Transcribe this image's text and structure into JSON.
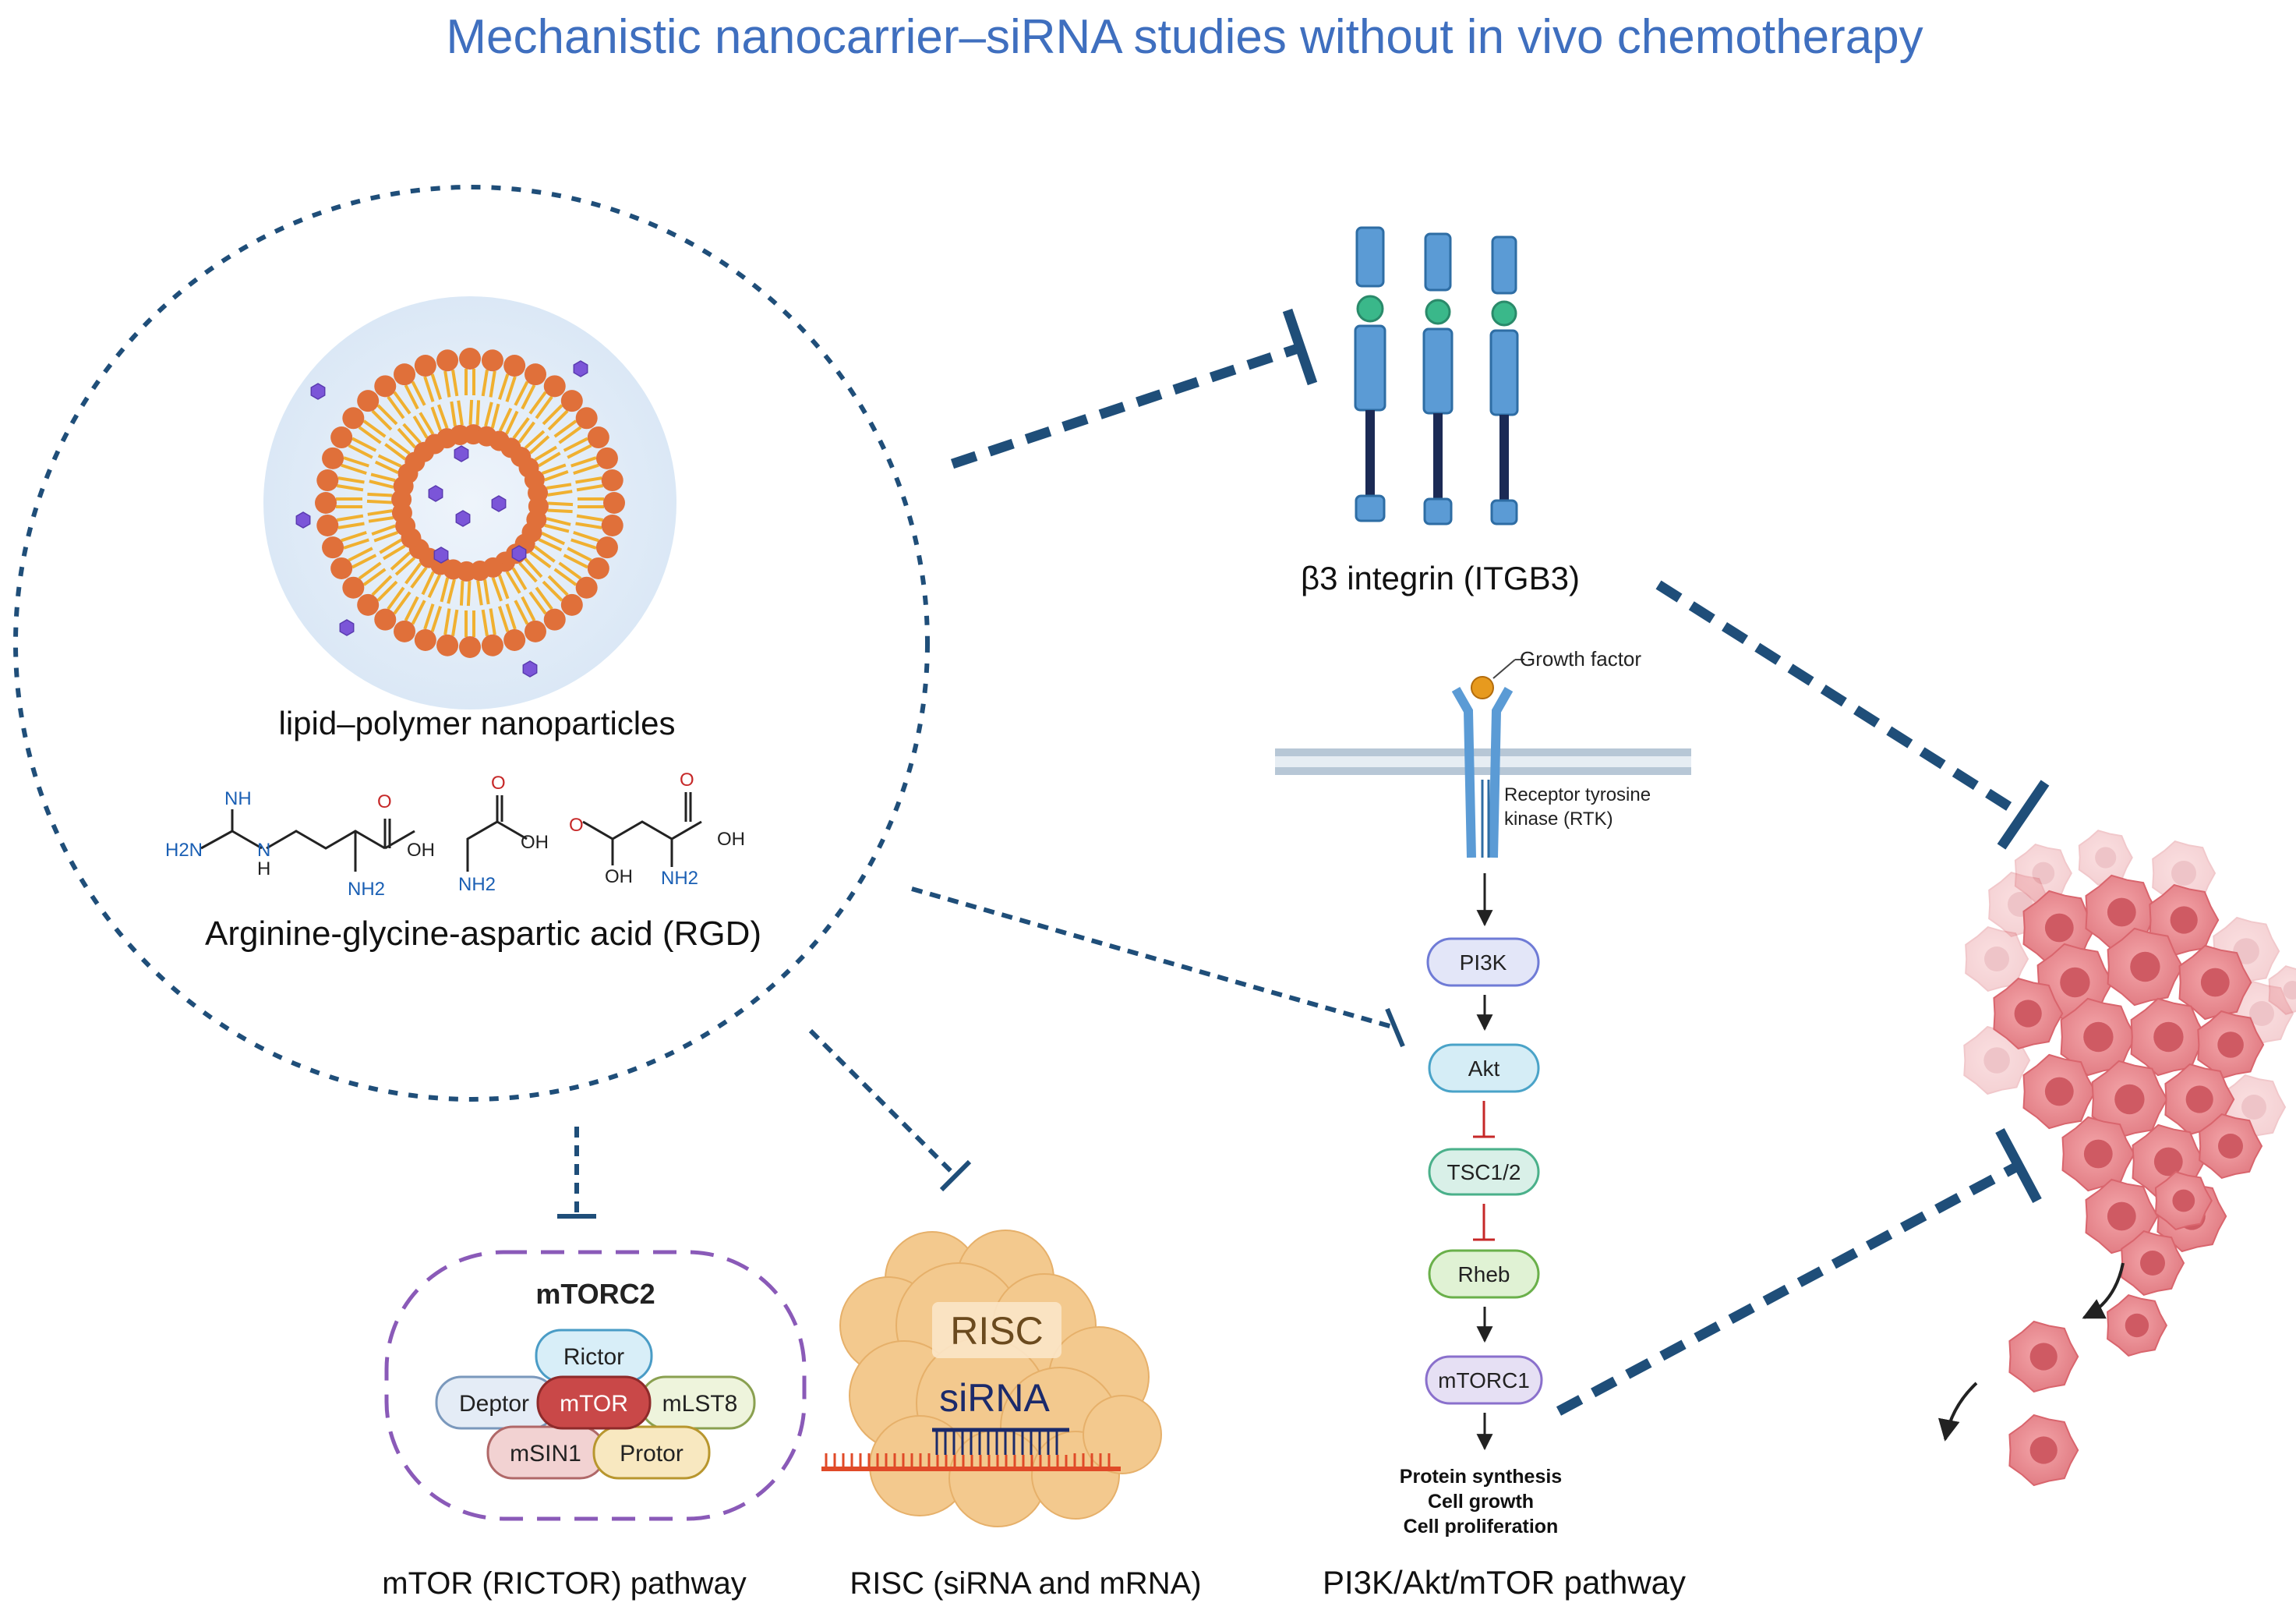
{
  "title": "Mechanistic nanocarrier–siRNA studies without in vivo chemotherapy",
  "nanoparticle": {
    "label": "lipid–polymer nanoparticles",
    "rgd_label": "Arginine-glycine-aspartic acid (RGD)"
  },
  "molecules": {
    "nh": "NH",
    "h": "H",
    "h2n": "H2N",
    "n": "N",
    "o": "O",
    "oh": "OH",
    "nh2": "NH2"
  },
  "integrin": {
    "label": "β3 integrin (ITGB3)"
  },
  "rtk": {
    "growth_factor": "Growth factor",
    "receptor_line1": "Receptor tyrosine",
    "receptor_line2": "kinase (RTK)"
  },
  "pathway_nodes": [
    "PI3K",
    "Akt",
    "TSC1/2",
    "Rheb",
    "mTORC1"
  ],
  "pathway_outputs": [
    "Protein synthesis",
    "Cell growth",
    "Cell proliferation"
  ],
  "pathway_label": "PI3K/Akt/mTOR pathway",
  "mtorc2": {
    "title": "mTORC2",
    "components": [
      "Rictor",
      "Deptor",
      "mTOR",
      "mLST8",
      "mSIN1",
      "Protor"
    ],
    "label": "mTOR (RICTOR) pathway"
  },
  "risc": {
    "complex": "RISC",
    "sirna": "siRNA",
    "label": "RISC (siRNA and mRNA)"
  },
  "colors": {
    "title": "#3f6fbf",
    "dash": "#1f4e79",
    "integrin": "#5b9bd5",
    "lipid_head": "#e0703a",
    "lipid_tail": "#f0b030",
    "cargo": "#7b55d8",
    "tumor": "#e8848a",
    "mtor": "#c94848",
    "mtorc2_border": "#8a5ab8",
    "mrna": "#e04a28",
    "risc": "#f3c98e"
  }
}
